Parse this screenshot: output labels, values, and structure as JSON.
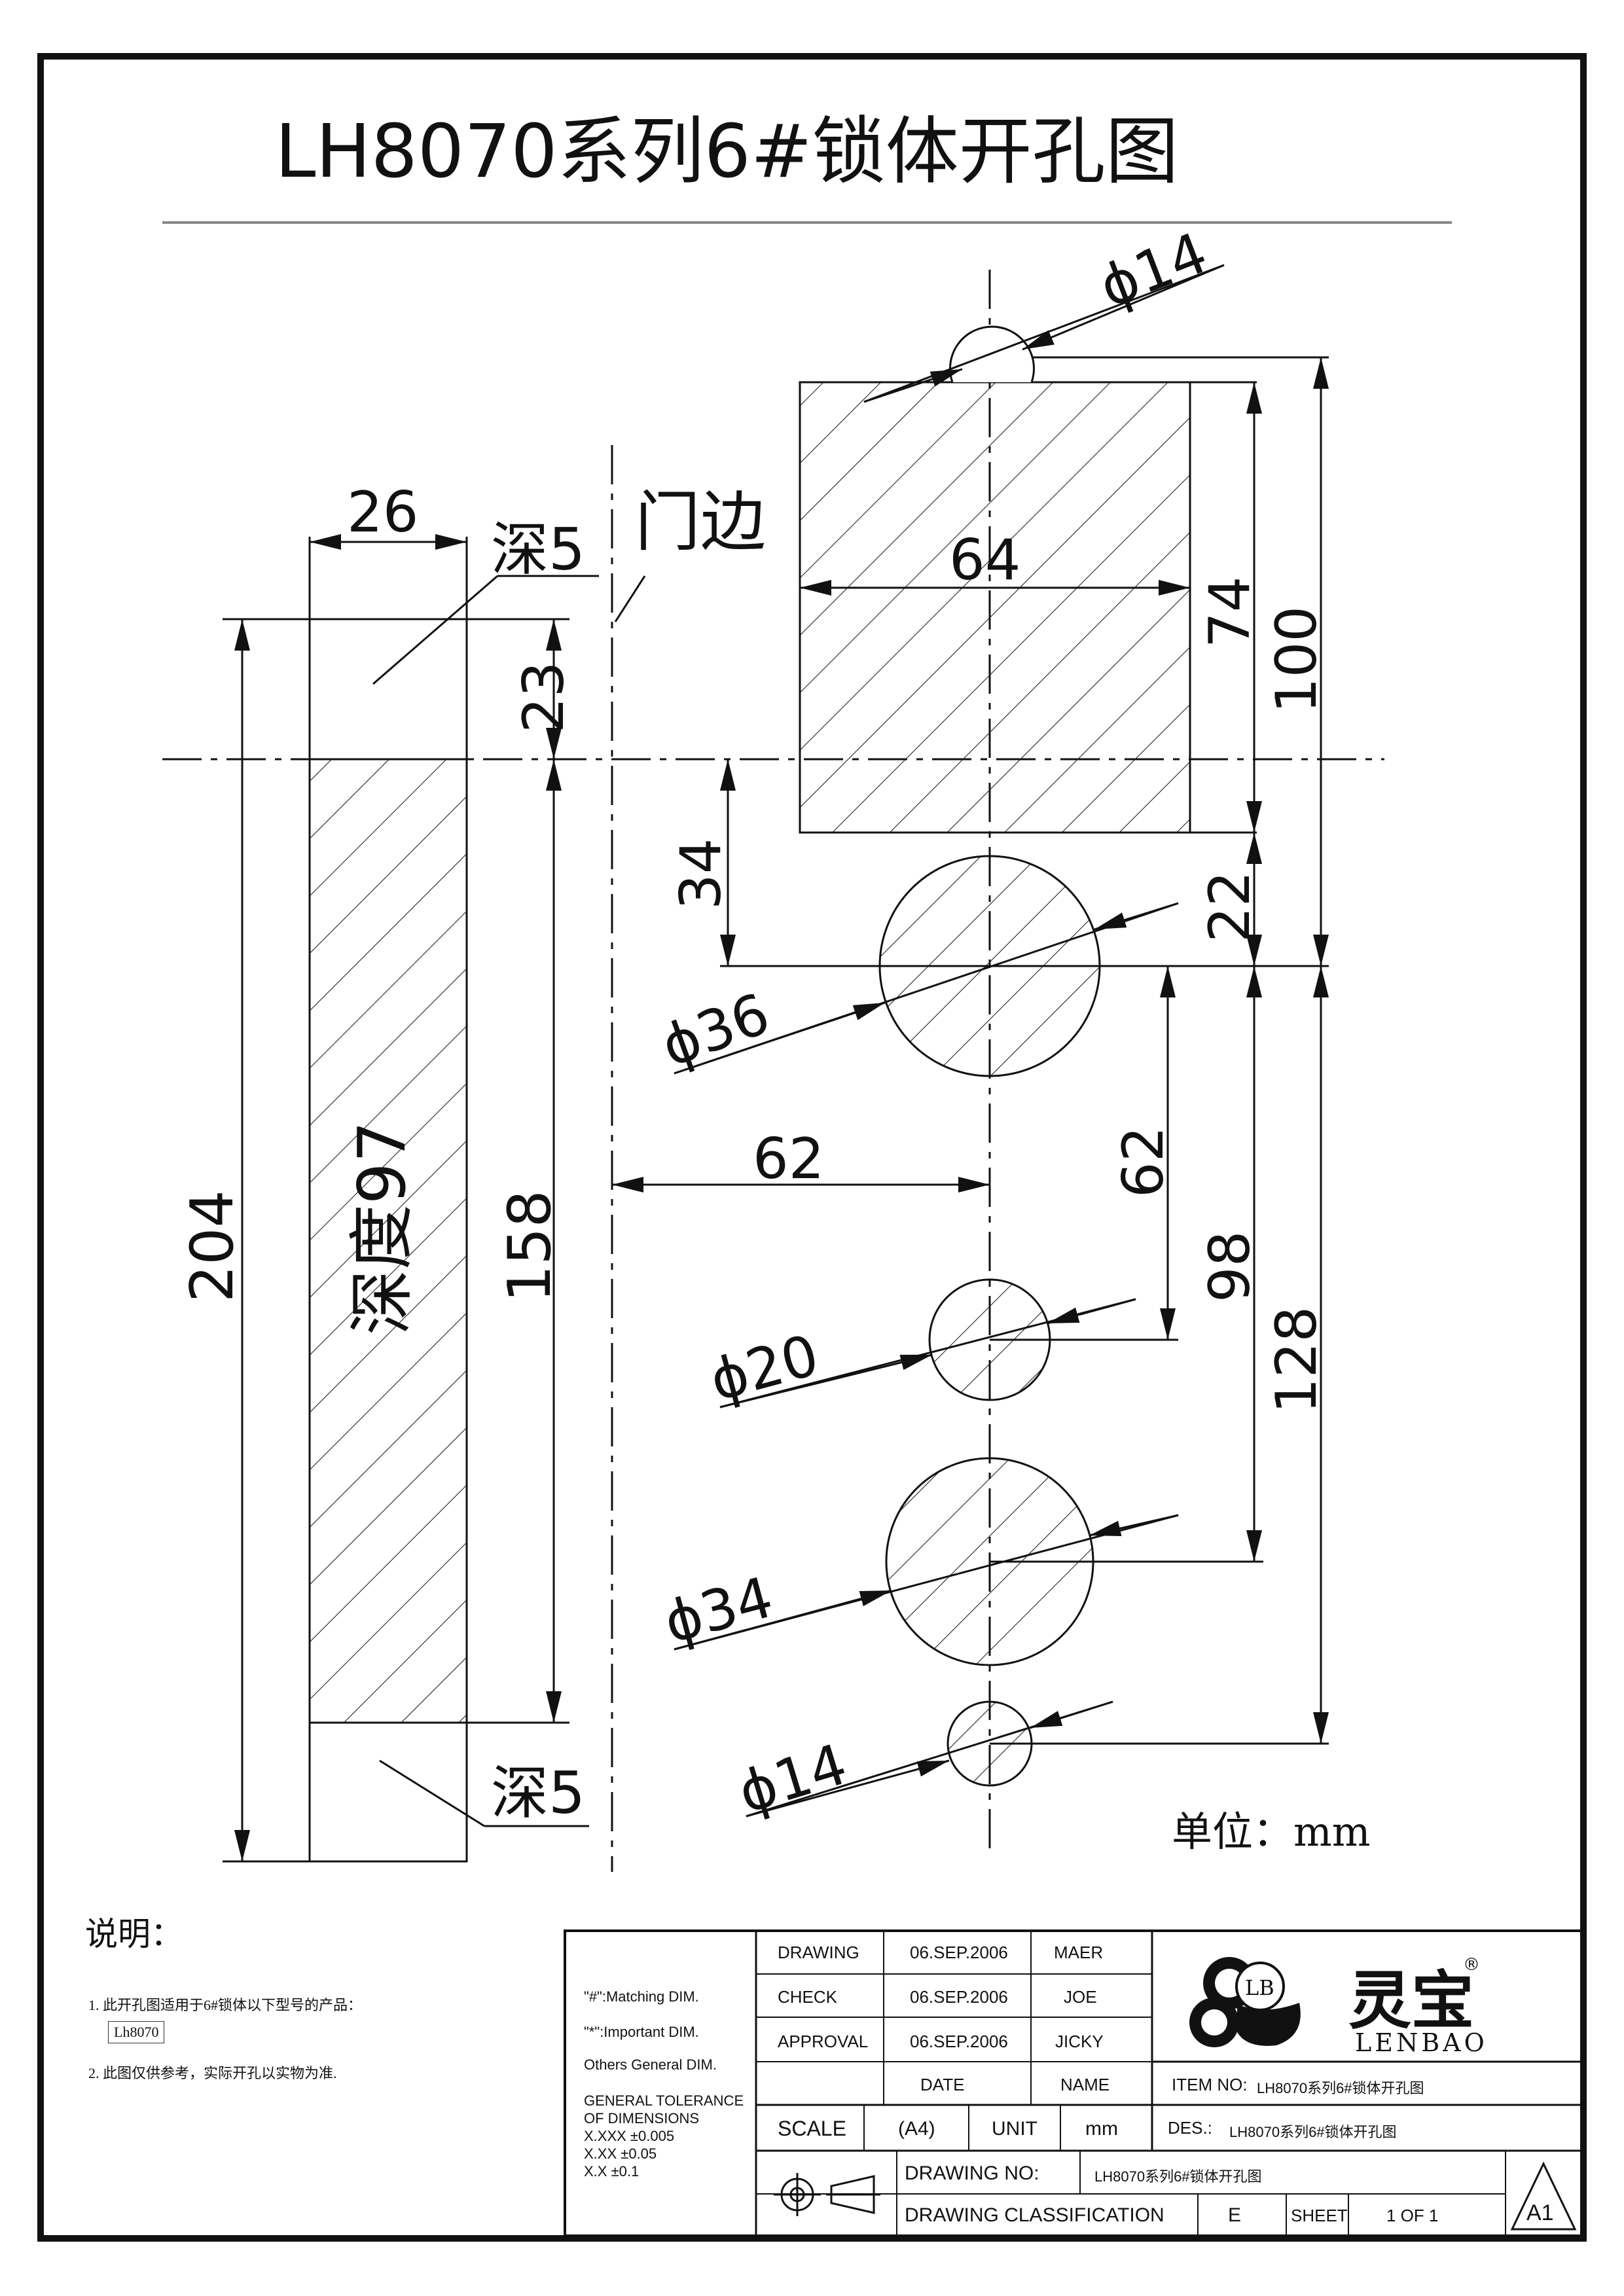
{
  "title": "LH8070系列6#锁体开孔图",
  "dimensions": {
    "w26": "26",
    "depth5_top": "深5",
    "door_edge": "门边",
    "h23": "23",
    "h204": "204",
    "depth97": "深度97",
    "h158": "158",
    "depth5_bottom": "深5",
    "d14_top": "ϕ14",
    "w64": "64",
    "h74": "74",
    "h100": "100",
    "h34": "34",
    "h22": "22",
    "d36": "ϕ36",
    "w62": "62",
    "h62": "62",
    "h98": "98",
    "d20": "ϕ20",
    "h128": "128",
    "d34": "ϕ34",
    "d14_bottom": "ϕ14"
  },
  "unit_label": "单位：mm",
  "notes": {
    "title": "说明：",
    "items": [
      "1. 此开孔图适用于6#锁体以下型号的产品：",
      "2. 此图仅供参考，实际开孔以实物为准."
    ],
    "model": "Lh8070"
  },
  "title_block": {
    "legend": [
      "\"#\":Matching  DIM.",
      "\"*\":Important  DIM.",
      "Others General  DIM."
    ],
    "tolerance": [
      "GENERAL TOLERANCE",
      "OF DIMENSIONS",
      "X.XXX   ±0.005",
      "X.XX     ±0.05",
      "X.X        ±0.1"
    ],
    "rows": [
      {
        "label": "DRAWING",
        "date": "06.SEP.2006",
        "name": "MAER"
      },
      {
        "label": "CHECK",
        "date": "06.SEP.2006",
        "name": "JOE"
      },
      {
        "label": "APPROVAL",
        "date": "06.SEP.2006",
        "name": "JICKY"
      }
    ],
    "date_header": "DATE",
    "name_header": "NAME",
    "scale_label": "SCALE",
    "scale_value": "(A4)",
    "unit_label": "UNIT",
    "unit_value": "mm",
    "item_no_label": "ITEM NO:",
    "item_no_value": "LH8070系列6#锁体开孔图",
    "des_label": "DES.:",
    "des_value": "LH8070系列6#锁体开孔图",
    "drawing_no_label": "DRAWING NO:",
    "drawing_no_value": "LH8070系列6#锁体开孔图",
    "classification_label": "DRAWING CLASSIFICATION",
    "classification_value": "E",
    "sheet_label": "SHEET",
    "sheet_value": "1 OF 1",
    "revision": "A1",
    "company_cn": "灵宝",
    "company_en": "LENBAO",
    "logo_letters": "LB",
    "registered": "®"
  }
}
